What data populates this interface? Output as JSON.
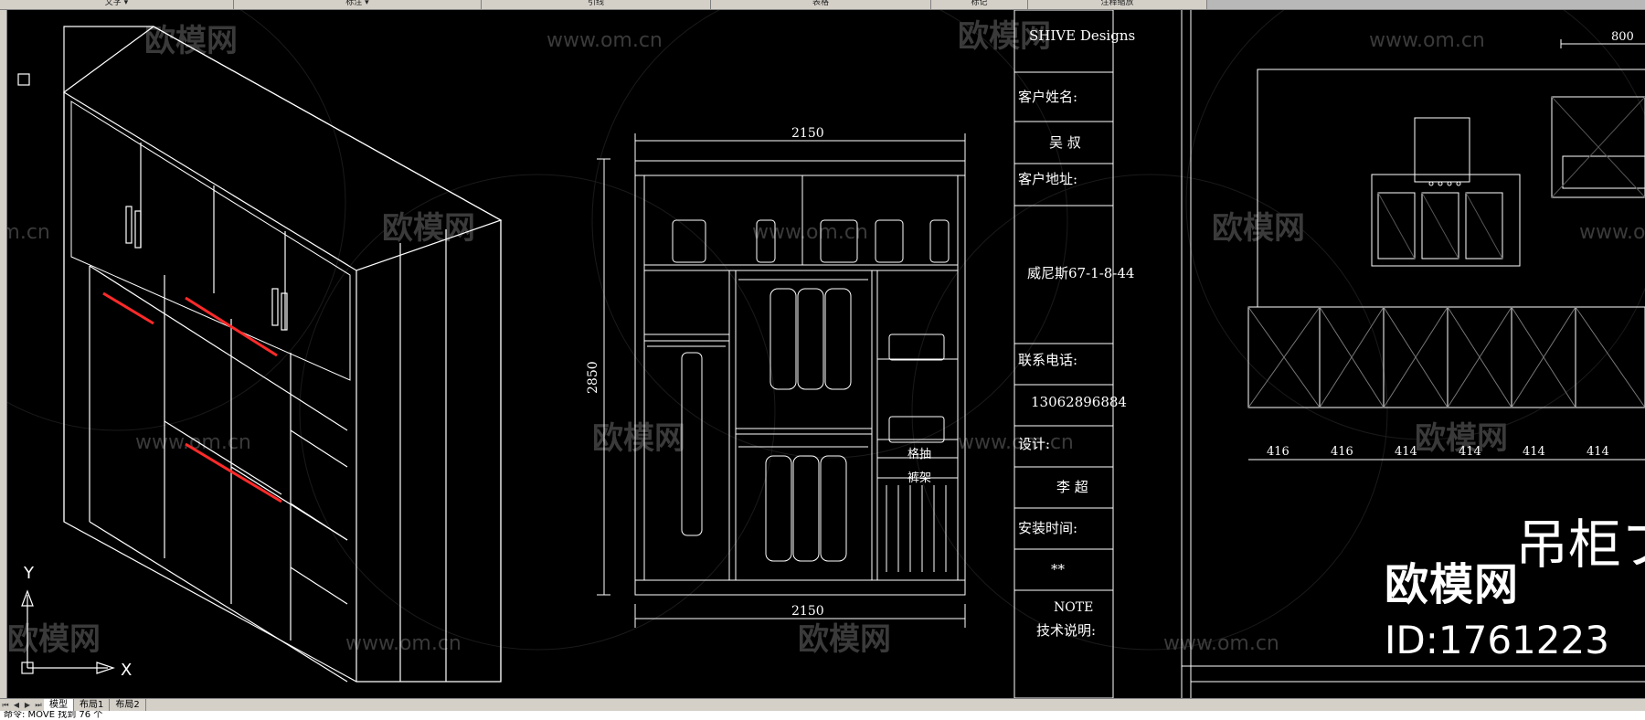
{
  "toolbar": {
    "text_label": "文字 ▾",
    "dim_label": "标注 ▾",
    "leader_label": "引线",
    "table_label": "表格",
    "mark_label": "标记",
    "annoscale_label": "注释缩放"
  },
  "drawing": {
    "elevation_top_dim": "2150",
    "elevation_bottom_dim": "2150",
    "elevation_height_dim": "2850",
    "drawer_label_1": "格抽",
    "drawer_label_2": "裤架",
    "right_top_dim": "800",
    "right_dims": [
      "416",
      "416",
      "414",
      "414",
      "414",
      "414"
    ],
    "right_big_text": "吊柜ブ"
  },
  "title_block": {
    "brand": "SHIVE Designs",
    "customer_name_label": "客户姓名:",
    "customer_name": "吴 叔",
    "customer_address_label": "客户地址:",
    "customer_address": "威尼斯67-1-8-44",
    "phone_label": "联系电话:",
    "phone": "13062896884",
    "designer_label": "设计:",
    "designer": "李 超",
    "install_time_label": "安装时间:",
    "install_time": "**",
    "note_label": "NOTE",
    "tech_note_label": "技术说明:"
  },
  "watermark": {
    "brand": "欧模网",
    "url": "www.om.cn",
    "big_brand": "欧模网",
    "id": "ID:1761223"
  },
  "ucs": {
    "y": "Y",
    "x": "X"
  },
  "tabs": {
    "model": "模型",
    "layout1": "布局1",
    "layout2": "布局2"
  },
  "command": {
    "text": "命令: MOVE 找到 76 个"
  },
  "colors": {
    "background": "#000000",
    "lines": "#ffffff",
    "accent_red": "#ff2a2a",
    "brand_green": "#00c000"
  }
}
